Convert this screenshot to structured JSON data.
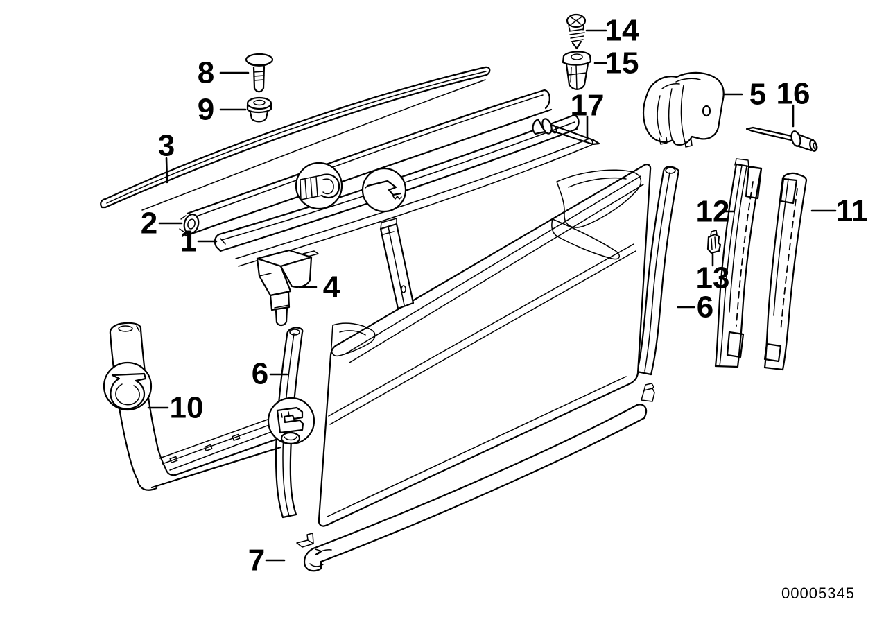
{
  "colors": {
    "background": "#ffffff",
    "line": "#000000"
  },
  "drawing_code": "00005345",
  "callouts": {
    "p1": "1",
    "p2": "2",
    "p3": "3",
    "p4": "4",
    "p5": "5",
    "p6_front": "6",
    "p6_rear": "6",
    "p7": "7",
    "p8": "8",
    "p9": "9",
    "p10": "10",
    "p11": "11",
    "p12": "12",
    "p13": "13",
    "p14": "14",
    "p15": "15",
    "p16": "16",
    "p17": "17"
  },
  "insets": {
    "bulb_section": "weatherstrip-bulb-cross-section",
    "finger_section": "weatherstrip-finger-cross-section",
    "frame_section": "front-frame-d-bulb-cross-section",
    "channel_section": "door-channel-cross-section"
  }
}
